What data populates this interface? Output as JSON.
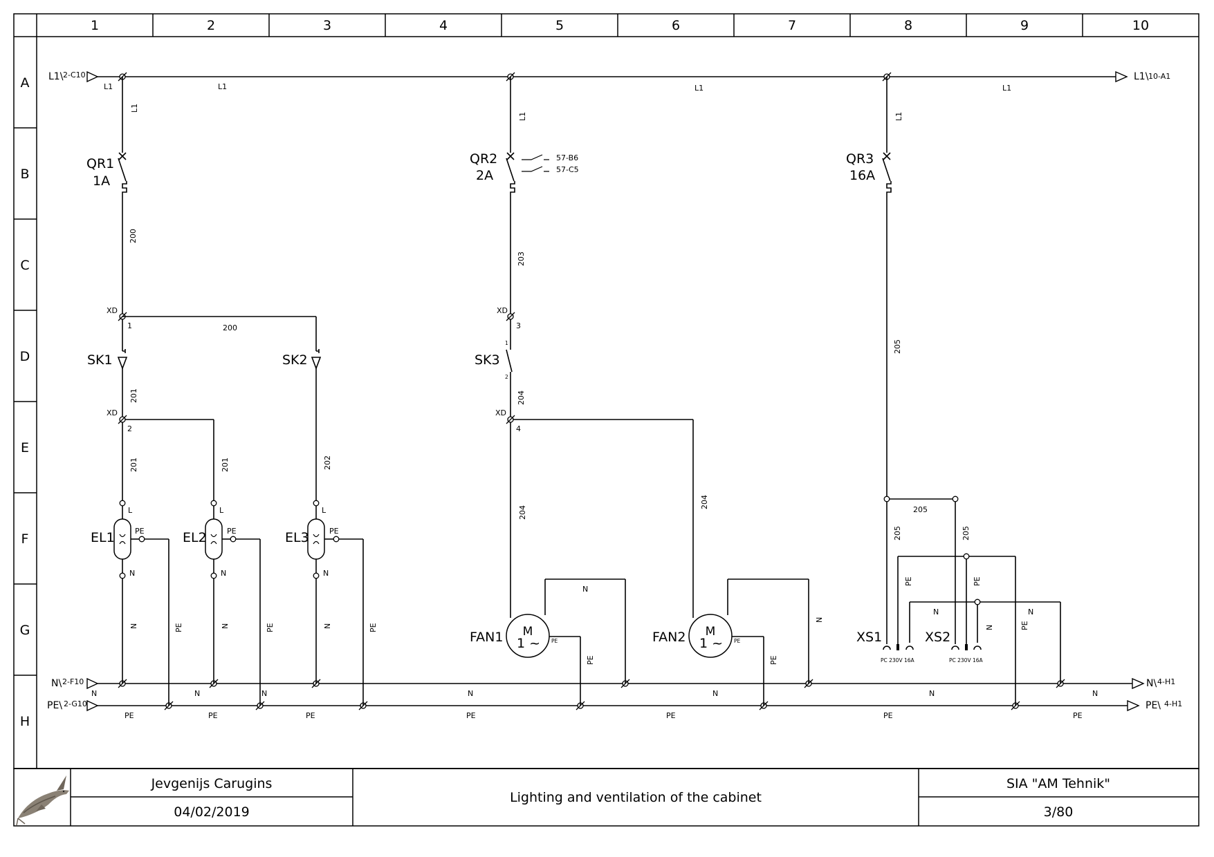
{
  "grid": {
    "columns": [
      "1",
      "2",
      "3",
      "4",
      "5",
      "6",
      "7",
      "8",
      "9",
      "10"
    ],
    "rows": [
      "A",
      "B",
      "C",
      "D",
      "E",
      "F",
      "G",
      "H"
    ]
  },
  "ports": {
    "l1_in": "L1\\",
    "l1_in_ref": "2-C10",
    "l1_out": "L1\\",
    "l1_out_ref": "10-A1",
    "n_in": "N\\",
    "n_in_ref": "2-F10",
    "n_out": "N\\",
    "n_out_ref": "4-H1",
    "pe_in": "PE\\",
    "pe_in_ref": "2-G10",
    "pe_out": "PE\\ ",
    "pe_out_ref": "4-H1"
  },
  "bus_labels": {
    "l1": [
      "L1",
      "L1",
      "L1",
      "L1"
    ],
    "n": [
      "N",
      "N",
      "N",
      "N",
      "N",
      "N",
      "N"
    ],
    "pe": [
      "PE",
      "PE",
      "PE",
      "PE",
      "PE",
      "PE",
      "PE"
    ]
  },
  "breakers": [
    {
      "name": "QR1",
      "rating": "1A"
    },
    {
      "name": "QR2",
      "rating": "2A"
    },
    {
      "name": "QR3",
      "rating": "16A"
    }
  ],
  "aux_contacts": [
    "57-B6",
    "57-C5"
  ],
  "switches": [
    {
      "name": "SK1"
    },
    {
      "name": "SK2"
    },
    {
      "name": "SK3",
      "pin_top": "1",
      "pin_bottom": "2"
    }
  ],
  "terminals": [
    {
      "label": "XD",
      "pin": "1"
    },
    {
      "label": "XD",
      "pin": "2"
    },
    {
      "label": "XD",
      "pin": "3"
    },
    {
      "label": "XD",
      "pin": "4"
    }
  ],
  "lamps": [
    {
      "name": "EL1",
      "l": "L",
      "n": "N",
      "pe": "PE"
    },
    {
      "name": "EL2",
      "l": "L",
      "n": "N",
      "pe": "PE"
    },
    {
      "name": "EL3",
      "l": "L",
      "n": "N",
      "pe": "PE"
    }
  ],
  "fans": [
    {
      "name": "FAN1",
      "symbol_top": "M",
      "symbol_bottom": "1 ~",
      "pe": "PE"
    },
    {
      "name": "FAN2",
      "symbol_top": "M",
      "symbol_bottom": "1 ~",
      "pe": "PE"
    }
  ],
  "sockets": [
    {
      "name": "XS1",
      "note": "PC 230V 16A"
    },
    {
      "name": "XS2",
      "note": "PC 230V 16A"
    }
  ],
  "wire_numbers": {
    "w200": "200",
    "w201": "201",
    "w202": "202",
    "w203": "203",
    "w204": "204",
    "w205": "205",
    "l1": "L1",
    "n": "N",
    "pe": "PE"
  },
  "title_block": {
    "author": "Jevgenijs Carugins",
    "date": "04/02/2019",
    "title": "Lighting and ventilation of the cabinet",
    "company": "SIA \"AM Tehnik\"",
    "sheet": "3/80",
    "logo": "sturgeon fish logo"
  }
}
